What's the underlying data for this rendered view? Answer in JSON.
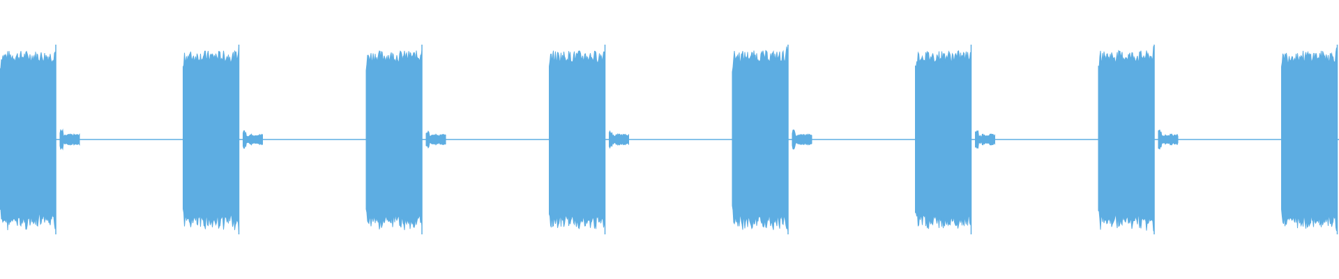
{
  "waveform": {
    "color": "#5dade2",
    "background": "#ffffff",
    "burst_count": 8,
    "burst_peak_amplitude": 0.68,
    "echo_amplitude": 0.06,
    "silence_amplitude": 0.005
  }
}
